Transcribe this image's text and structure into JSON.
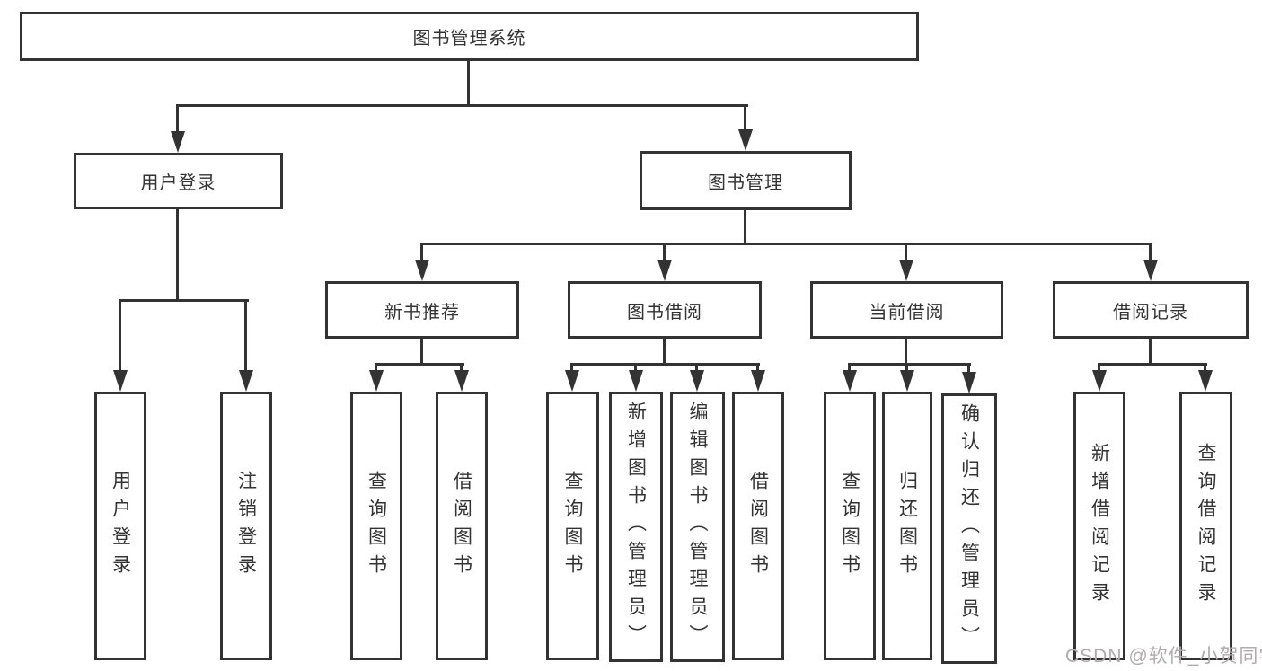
{
  "diagram": {
    "root": {
      "label": "图书管理系统"
    },
    "modules": {
      "user_login": {
        "label": "用户登录"
      },
      "book_management": {
        "label": "图书管理"
      }
    },
    "submodules": {
      "new_book_recommend": {
        "label": "新书推荐"
      },
      "book_borrowing": {
        "label": "图书借阅"
      },
      "current_borrowing": {
        "label": "当前借阅"
      },
      "borrowing_records": {
        "label": "借阅记录"
      }
    },
    "functions": {
      "user_login": {
        "label": "用户登录"
      },
      "logout": {
        "label": "注销登录"
      },
      "nbr_query_books": {
        "label": "查询图书"
      },
      "nbr_borrow_books": {
        "label": "借阅图书"
      },
      "bb_query_books": {
        "label": "查询图书"
      },
      "bb_add_books": {
        "label": "新增图书（管理员）"
      },
      "bb_edit_books": {
        "label": "编辑图书（管理员）"
      },
      "bb_borrow_books": {
        "label": "借阅图书"
      },
      "cb_query_books": {
        "label": "查询图书"
      },
      "cb_return_books": {
        "label": "归还图书"
      },
      "cb_confirm_return": {
        "label": "确认归还（管理员）"
      },
      "br_add_record": {
        "label": "新增借阅记录"
      },
      "br_query_record": {
        "label": "查询借阅记录"
      }
    },
    "watermark": {
      "label": "CSDN @软件_小贺同学"
    },
    "colors": {
      "line": "#333333",
      "box_background": "#ffffff",
      "text": "#333333",
      "watermark_text": "#b2aaad",
      "page_background": "#ffffff"
    }
  }
}
